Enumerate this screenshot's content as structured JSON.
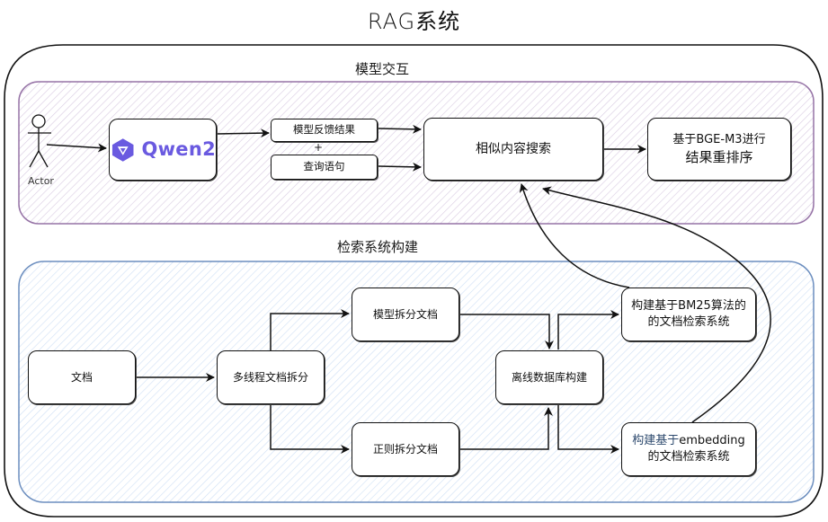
{
  "title": "RAG系统",
  "groups": {
    "interaction": {
      "label": "模型交互",
      "stroke": "#9673a6",
      "fill": "#e1d5e7"
    },
    "retrieval": {
      "label": "检索系统构建",
      "stroke": "#6c8ebf",
      "fill": "#dae8fc"
    }
  },
  "actor": {
    "label": "Actor"
  },
  "nodes": {
    "qwen": {
      "label": "Qwen2",
      "brand_color": "#6a5ae0"
    },
    "feedback": {
      "label": "模型反馈结果"
    },
    "plus": "+",
    "query": {
      "label": "查询语句"
    },
    "search": {
      "label": "相似内容搜索"
    },
    "rerank": {
      "line1": "基于BGE-M3进行",
      "line2": "结果重排序"
    },
    "doc": {
      "label": "文档"
    },
    "split": {
      "label": "多线程文档拆分"
    },
    "model_split": {
      "label": "模型拆分文档"
    },
    "regex_split": {
      "label": "正则拆分文档"
    },
    "offline_db": {
      "label": "离线数据库构建"
    },
    "bm25": {
      "line1": "构建基于BM25算法的",
      "line2": "的文档检索系统"
    },
    "embedding": {
      "line1_a": "构建基于",
      "line1_b": "embedding",
      "line2": "的文档检索系统"
    }
  },
  "edges": [
    {
      "from": "actor",
      "to": "qwen"
    },
    {
      "from": "qwen",
      "to": "feedback"
    },
    {
      "from": "feedback",
      "to": "search"
    },
    {
      "from": "query",
      "to": "search"
    },
    {
      "from": "search",
      "to": "rerank"
    },
    {
      "from": "doc",
      "to": "split"
    },
    {
      "from": "split",
      "to": "model_split"
    },
    {
      "from": "split",
      "to": "regex_split"
    },
    {
      "from": "model_split",
      "to": "offline_db"
    },
    {
      "from": "regex_split",
      "to": "offline_db"
    },
    {
      "from": "offline_db",
      "to": "bm25"
    },
    {
      "from": "offline_db",
      "to": "embedding"
    },
    {
      "from": "bm25",
      "to": "search"
    },
    {
      "from": "embedding",
      "to": "search"
    }
  ]
}
